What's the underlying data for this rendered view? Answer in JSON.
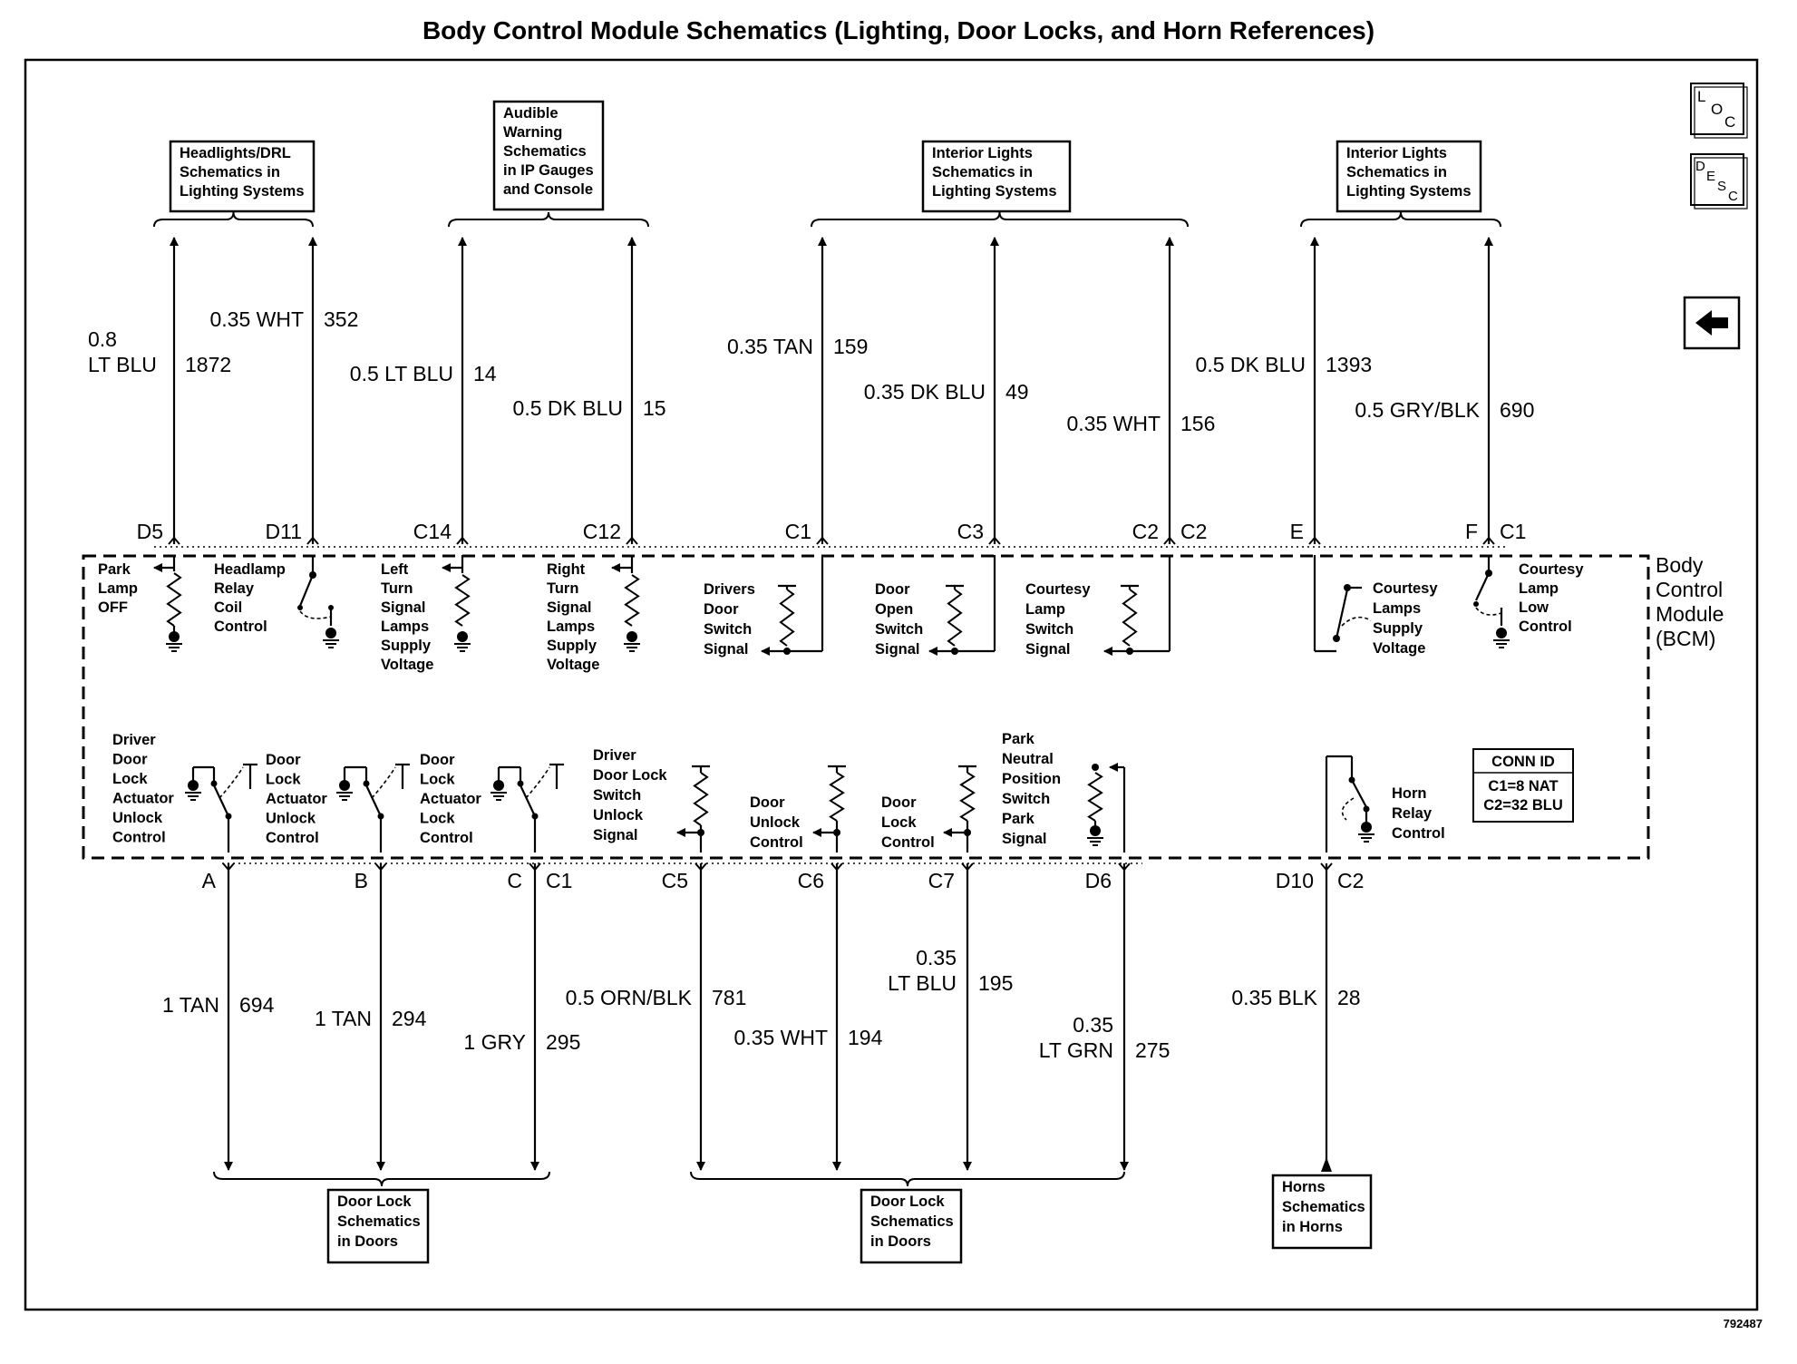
{
  "title": "Body Control Module Schematics (Lighting, Door Locks, and Horn References)",
  "bcm_label": [
    "Body",
    "Control",
    "Module",
    "(BCM)"
  ],
  "conn_id": {
    "header": "CONN ID",
    "lines": [
      "C1=8 NAT",
      "C2=32 BLU"
    ]
  },
  "icons": {
    "loc": [
      "L",
      "O",
      "C"
    ],
    "desc": [
      "D",
      "E",
      "S",
      "C"
    ],
    "back": "back-arrow-icon"
  },
  "figure_id": "792487",
  "top_refs": [
    {
      "lines": [
        "Headlights/DRL",
        "Schematics in",
        "Lighting Systems"
      ]
    },
    {
      "lines": [
        "Audible",
        "Warning",
        "Schematics",
        "in IP Gauges",
        "and Console"
      ]
    },
    {
      "lines": [
        "Interior Lights",
        "Schematics in",
        "Lighting Systems"
      ]
    },
    {
      "lines": [
        "Interior Lights",
        "Schematics in",
        "Lighting Systems"
      ]
    }
  ],
  "bottom_refs": [
    {
      "lines": [
        "Door Lock",
        "Schematics",
        "in Doors"
      ]
    },
    {
      "lines": [
        "Door Lock",
        "Schematics",
        "in Doors"
      ]
    },
    {
      "lines": [
        "Horns",
        "Schematics",
        "in Horns"
      ]
    }
  ],
  "top_circuits": [
    {
      "gauge": "0.8",
      "color": "LT BLU",
      "circuit": "1872",
      "pin": "D5",
      "connector": ""
    },
    {
      "gauge": "0.35",
      "color": "WHT",
      "circuit": "352",
      "pin": "D11",
      "connector": ""
    },
    {
      "gauge": "0.5",
      "color": "LT BLU",
      "circuit": "14",
      "pin": "C14",
      "connector": ""
    },
    {
      "gauge": "0.5",
      "color": "DK BLU",
      "circuit": "15",
      "pin": "C12",
      "connector": ""
    },
    {
      "gauge": "0.35",
      "color": "TAN",
      "circuit": "159",
      "pin": "C1",
      "connector": ""
    },
    {
      "gauge": "0.35",
      "color": "DK BLU",
      "circuit": "49",
      "pin": "C3",
      "connector": ""
    },
    {
      "gauge": "0.35",
      "color": "WHT",
      "circuit": "156",
      "pin": "C2",
      "connector": "C2"
    },
    {
      "gauge": "0.5",
      "color": "DK BLU",
      "circuit": "1393",
      "pin": "E",
      "connector": ""
    },
    {
      "gauge": "0.5",
      "color": "GRY/BLK",
      "circuit": "690",
      "pin": "F",
      "connector": "C1"
    }
  ],
  "bottom_circuits": [
    {
      "gauge": "1",
      "color": "TAN",
      "circuit": "694",
      "pin": "A",
      "connector": ""
    },
    {
      "gauge": "1",
      "color": "TAN",
      "circuit": "294",
      "pin": "B",
      "connector": ""
    },
    {
      "gauge": "1",
      "color": "GRY",
      "circuit": "295",
      "pin": "C",
      "connector": "C1"
    },
    {
      "gauge": "0.5",
      "color": "ORN/BLK",
      "circuit": "781",
      "pin": "C5",
      "connector": ""
    },
    {
      "gauge": "0.35",
      "color": "WHT",
      "circuit": "194",
      "pin": "C6",
      "connector": ""
    },
    {
      "gauge": "0.35",
      "color": "LT BLU",
      "circuit": "195",
      "pin": "C7",
      "connector": ""
    },
    {
      "gauge": "0.35",
      "color": "LT GRN",
      "circuit": "275",
      "pin": "D6",
      "connector": ""
    },
    {
      "gauge": "0.35",
      "color": "BLK",
      "circuit": "28",
      "pin": "D10",
      "connector": "C2"
    }
  ],
  "top_functions": [
    {
      "lines": [
        "Park",
        "Lamp",
        "OFF"
      ]
    },
    {
      "lines": [
        "Headlamp",
        "Relay",
        "Coil",
        "Control"
      ]
    },
    {
      "lines": [
        "Left",
        "Turn",
        "Signal",
        "Lamps",
        "Supply",
        "Voltage"
      ]
    },
    {
      "lines": [
        "Right",
        "Turn",
        "Signal",
        "Lamps",
        "Supply",
        "Voltage"
      ]
    },
    {
      "lines": [
        "Drivers",
        "Door",
        "Switch",
        "Signal"
      ]
    },
    {
      "lines": [
        "Door",
        "Open",
        "Switch",
        "Signal"
      ]
    },
    {
      "lines": [
        "Courtesy",
        "Lamp",
        "Switch",
        "Signal"
      ]
    },
    {
      "lines": [
        "Courtesy",
        "Lamps",
        "Supply",
        "Voltage"
      ]
    },
    {
      "lines": [
        "Courtesy",
        "Lamp",
        "Low",
        "Control"
      ]
    }
  ],
  "bottom_functions": [
    {
      "lines": [
        "Driver",
        "Door",
        "Lock",
        "Actuator",
        "Unlock",
        "Control"
      ]
    },
    {
      "lines": [
        "Door",
        "Lock",
        "Actuator",
        "Unlock",
        "Control"
      ]
    },
    {
      "lines": [
        "Door",
        "Lock",
        "Actuator",
        "Lock",
        "Control"
      ]
    },
    {
      "lines": [
        "Driver",
        "Door Lock",
        "Switch",
        "Unlock",
        "Signal"
      ]
    },
    {
      "lines": [
        "Door",
        "Unlock",
        "Control"
      ]
    },
    {
      "lines": [
        "Door",
        "Lock",
        "Control"
      ]
    },
    {
      "lines": [
        "Park",
        "Neutral",
        "Position",
        "Switch",
        "Park",
        "Signal"
      ]
    },
    {
      "lines": [
        "Horn",
        "Relay",
        "Control"
      ]
    }
  ]
}
